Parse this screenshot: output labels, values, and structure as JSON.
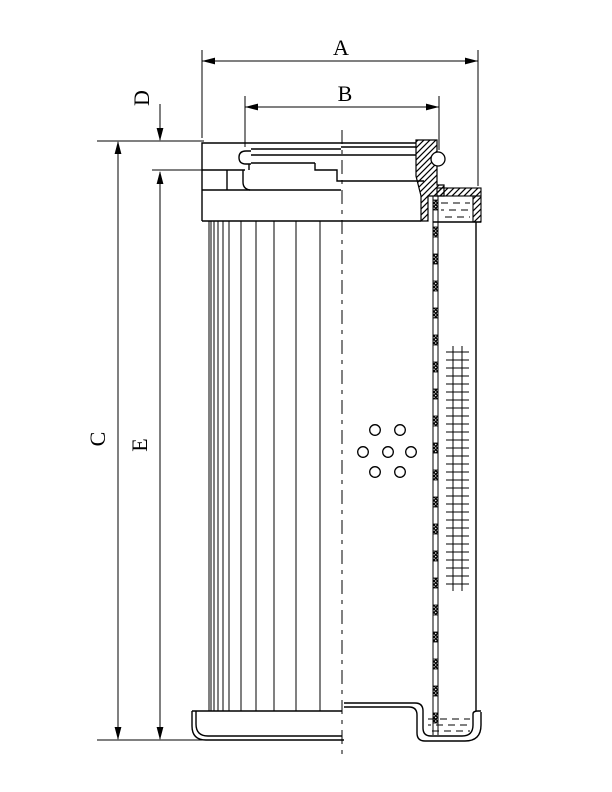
{
  "page": {
    "background": "#ffffff",
    "line_color": "#000000",
    "description": "Technical line drawing of a hydraulic filter element in half section with dimension callouts"
  },
  "dimensions": {
    "a": {
      "label": "A"
    },
    "b": {
      "label": "B"
    },
    "c": {
      "label": "C"
    },
    "d": {
      "label": "D"
    },
    "e": {
      "label": "E"
    }
  }
}
